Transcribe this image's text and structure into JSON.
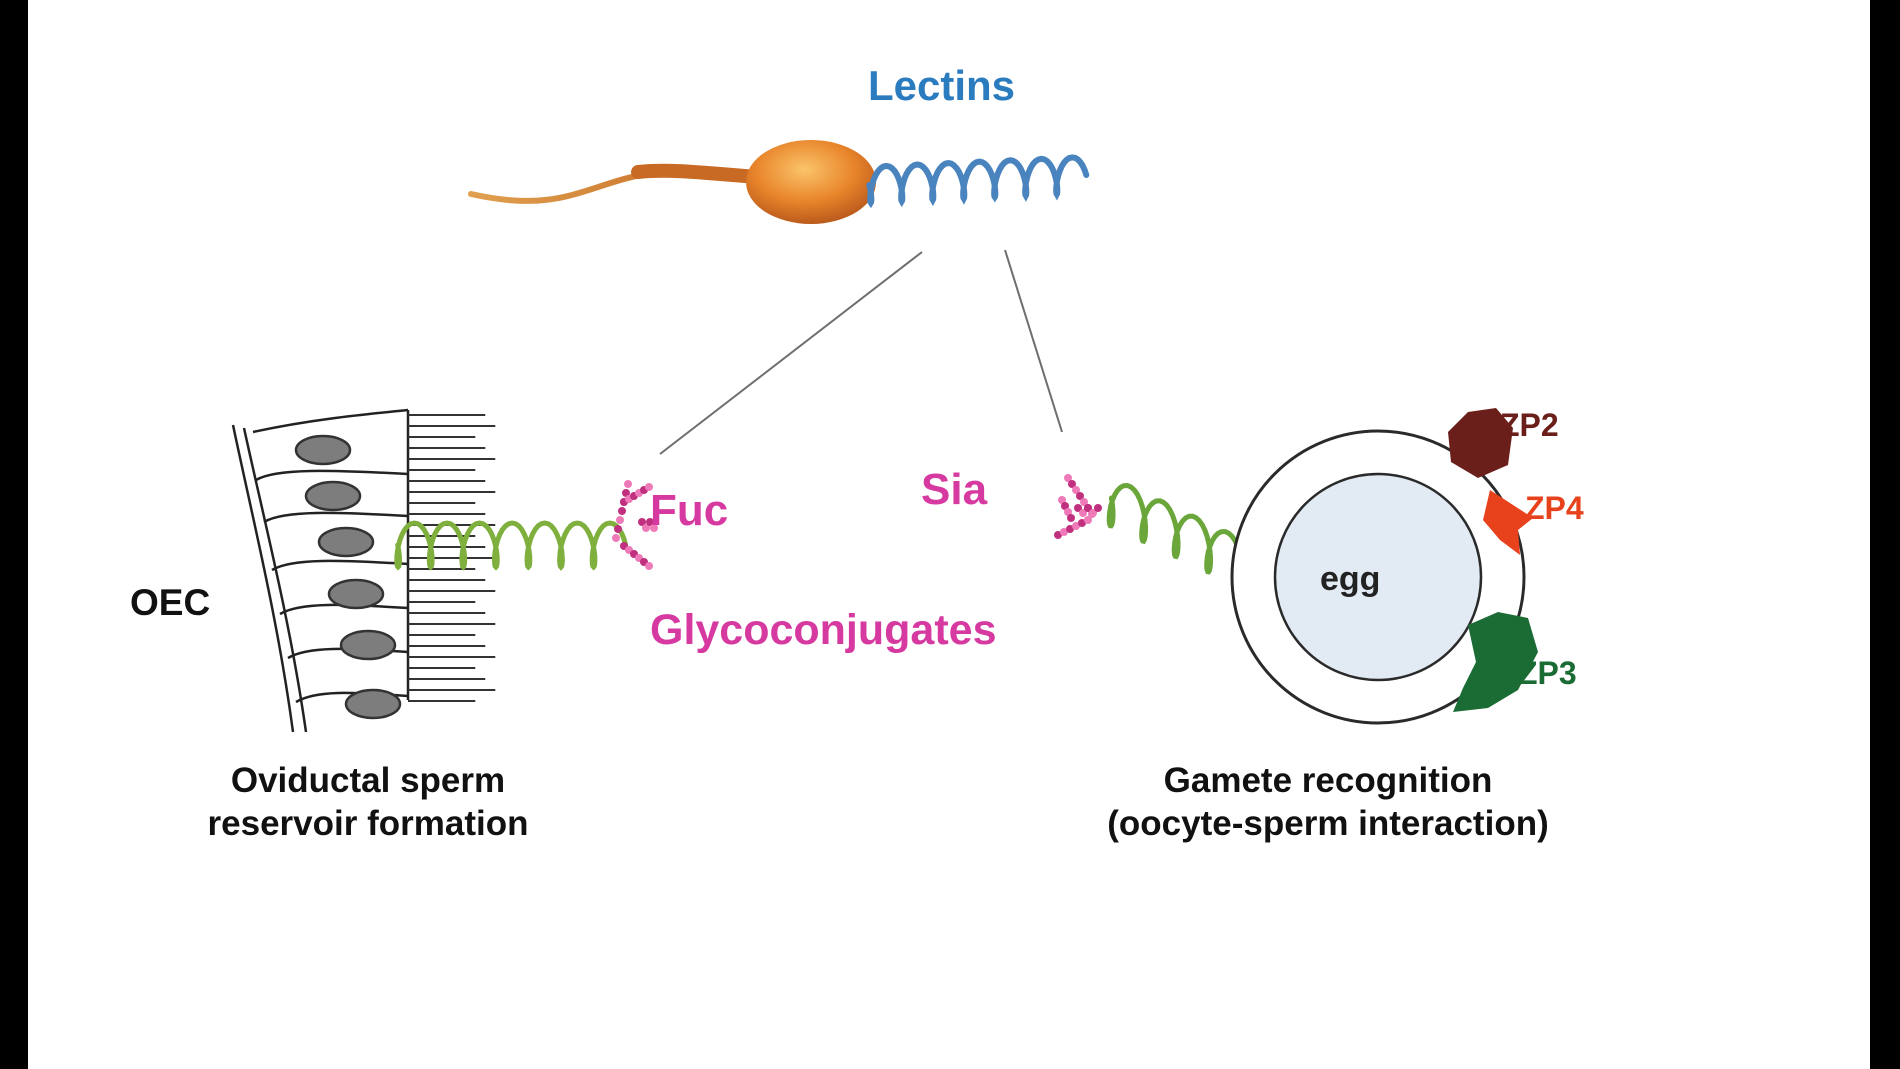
{
  "labels": {
    "lectins": "Lectins",
    "fuc": "Fuc",
    "sia": "Sia",
    "glycoconjugates": "Glycoconjugates",
    "oec": "OEC",
    "egg": "egg",
    "zp2": "ZP2",
    "zp4": "ZP4",
    "zp3": "ZP3"
  },
  "captions": {
    "left_line1": "Oviductal sperm",
    "left_line2": "reservoir formation",
    "right_line1": "Gamete recognition",
    "right_line2": "(oocyte-sperm interaction)"
  },
  "colors": {
    "lectins": "#2b7bbf",
    "glycan": "#d63aa0",
    "zp2": "#6b1f1a",
    "zp4": "#e8421c",
    "zp3": "#1b6b34",
    "sperm": "#e07a22",
    "protein_green": "#6aa63a",
    "egg_fill": "#e2eaf4"
  },
  "icons": [
    "sperm-cell-icon",
    "oviduct-epithelial-cells-icon",
    "egg-oocyte-icon"
  ]
}
